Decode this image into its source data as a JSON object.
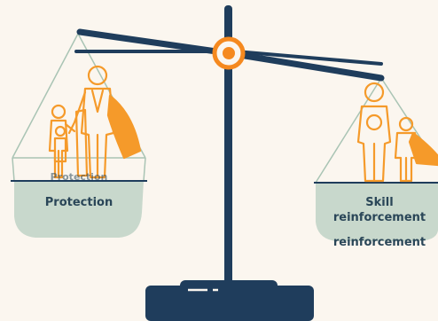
{
  "colors": {
    "background": "#fbf6ef",
    "scale_navy": "#1f3d5c",
    "pivot_orange": "#f5891f",
    "figure_orange": "#f59a2a",
    "pan_sage": "#c8d8cc",
    "string_line": "#a9c4b4",
    "label_text": "#2a4658"
  },
  "icons": {
    "left_pan": "family-with-superhero-cape-icon",
    "right_pan": "family-with-superhero-cape-icon",
    "pivot": "pivot-ring-icon"
  },
  "left_pan": {
    "ghost_label": "Protection",
    "label": "Protection"
  },
  "right_pan": {
    "label_line1": "Skill",
    "label_line2": "reinforcement",
    "label_line3": "reinforcement"
  }
}
